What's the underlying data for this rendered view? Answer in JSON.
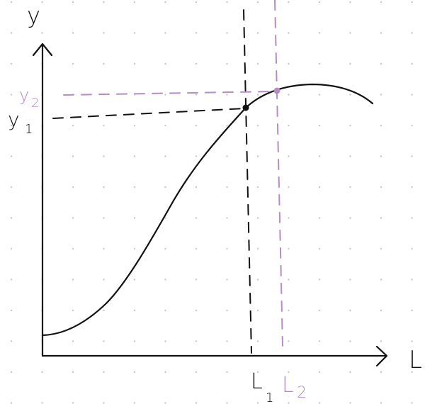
{
  "labels": {
    "y_axis": "y",
    "x_axis": "L",
    "y1_main": "y",
    "y1_sub": "1",
    "y2_main": "y",
    "y2_sub": "2",
    "l1_main": "L",
    "l1_sub": "1",
    "l2_main": "L",
    "l2_sub": "2"
  },
  "colors": {
    "ink": "#111111",
    "highlight": "#b58cc4",
    "grid_dot": "#c8c8c8"
  }
}
